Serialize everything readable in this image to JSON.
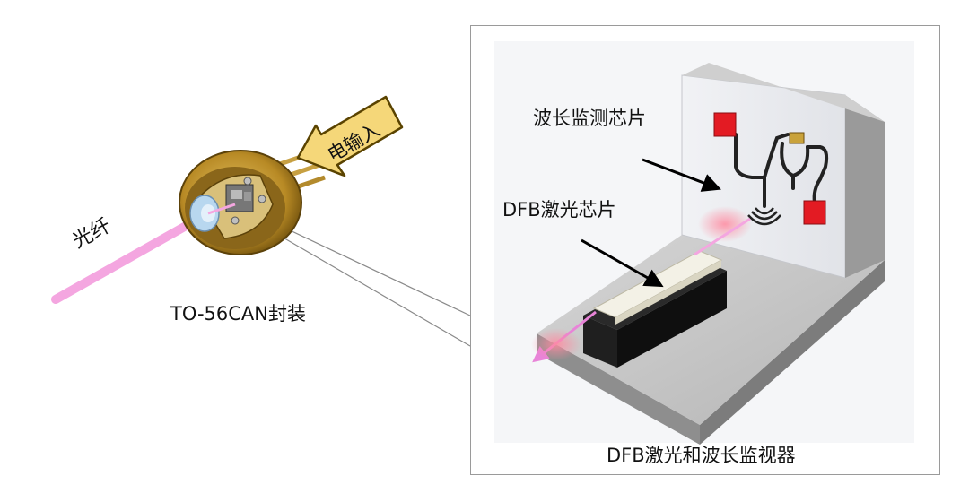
{
  "labels": {
    "fiber": "光纤",
    "can_package": "TO-56CAN封装",
    "electrical_input": "电输入",
    "monitor_chip": "波长监测芯片",
    "dfb_chip": "DFB激光芯片",
    "assembly": "DFB激光和波长监视器"
  },
  "colors": {
    "fiber_beam": "#f4a6e0",
    "can_gold": "#c9a23a",
    "can_dark": "#7a5a10",
    "arrow_fill": "#f5d779",
    "pad_red": "#e31b23",
    "base_gray": "#a8a8a8",
    "wall_light": "#e9ebef",
    "chip_black": "#1b1b1b",
    "chip_white": "#f3f1e6"
  }
}
